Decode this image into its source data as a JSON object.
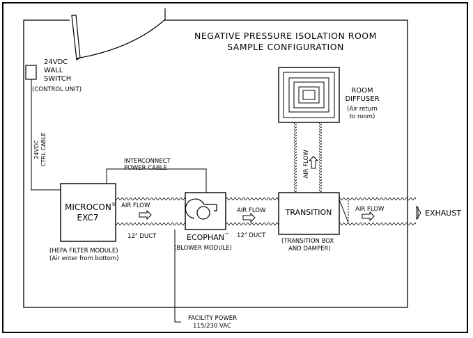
{
  "title": {
    "line1": "NEGATIVE PRESSURE ISOLATION ROOM",
    "line2": "SAMPLE CONFIGURATION"
  },
  "switch": {
    "line1": "24VDC",
    "line2": "WALL",
    "line3": "SWITCH",
    "sub": "(CONTROL UNIT)"
  },
  "ctrl_cable": {
    "line1": "24VDC",
    "line2": "CTRL CABLE"
  },
  "interconnect": {
    "line1": "INTERCONNECT",
    "line2": "POWER CABLE"
  },
  "microcon": {
    "name": "MICROCON",
    "mark": "®",
    "model": "EXC7",
    "caption1": "(HEPA FILTER MODULE)",
    "caption2": "(Air enter from bottom)"
  },
  "ecophan": {
    "name": "ECOPHAN",
    "mark": "™",
    "caption": "(BLOWER MODULE)"
  },
  "transition": {
    "name": "TRANSITION",
    "caption1": "(TRANSITION BOX",
    "caption2": "AND DAMPER)"
  },
  "diffuser": {
    "line1": "ROOM",
    "line2": "DIFFUSER",
    "line3": "(Air return",
    "line4": "to room)"
  },
  "airflow": {
    "label1": "AIR FLOW",
    "label2": "AIR FLOW",
    "label3": "AIR FLOW",
    "label_vertical": "AIR FLOW"
  },
  "duct": {
    "label1": "12\" DUCT",
    "label2": "12\" DUCT"
  },
  "exhaust": "EXHAUST",
  "power": {
    "line1": "FACILITY POWER",
    "line2": "115/230 VAC"
  }
}
